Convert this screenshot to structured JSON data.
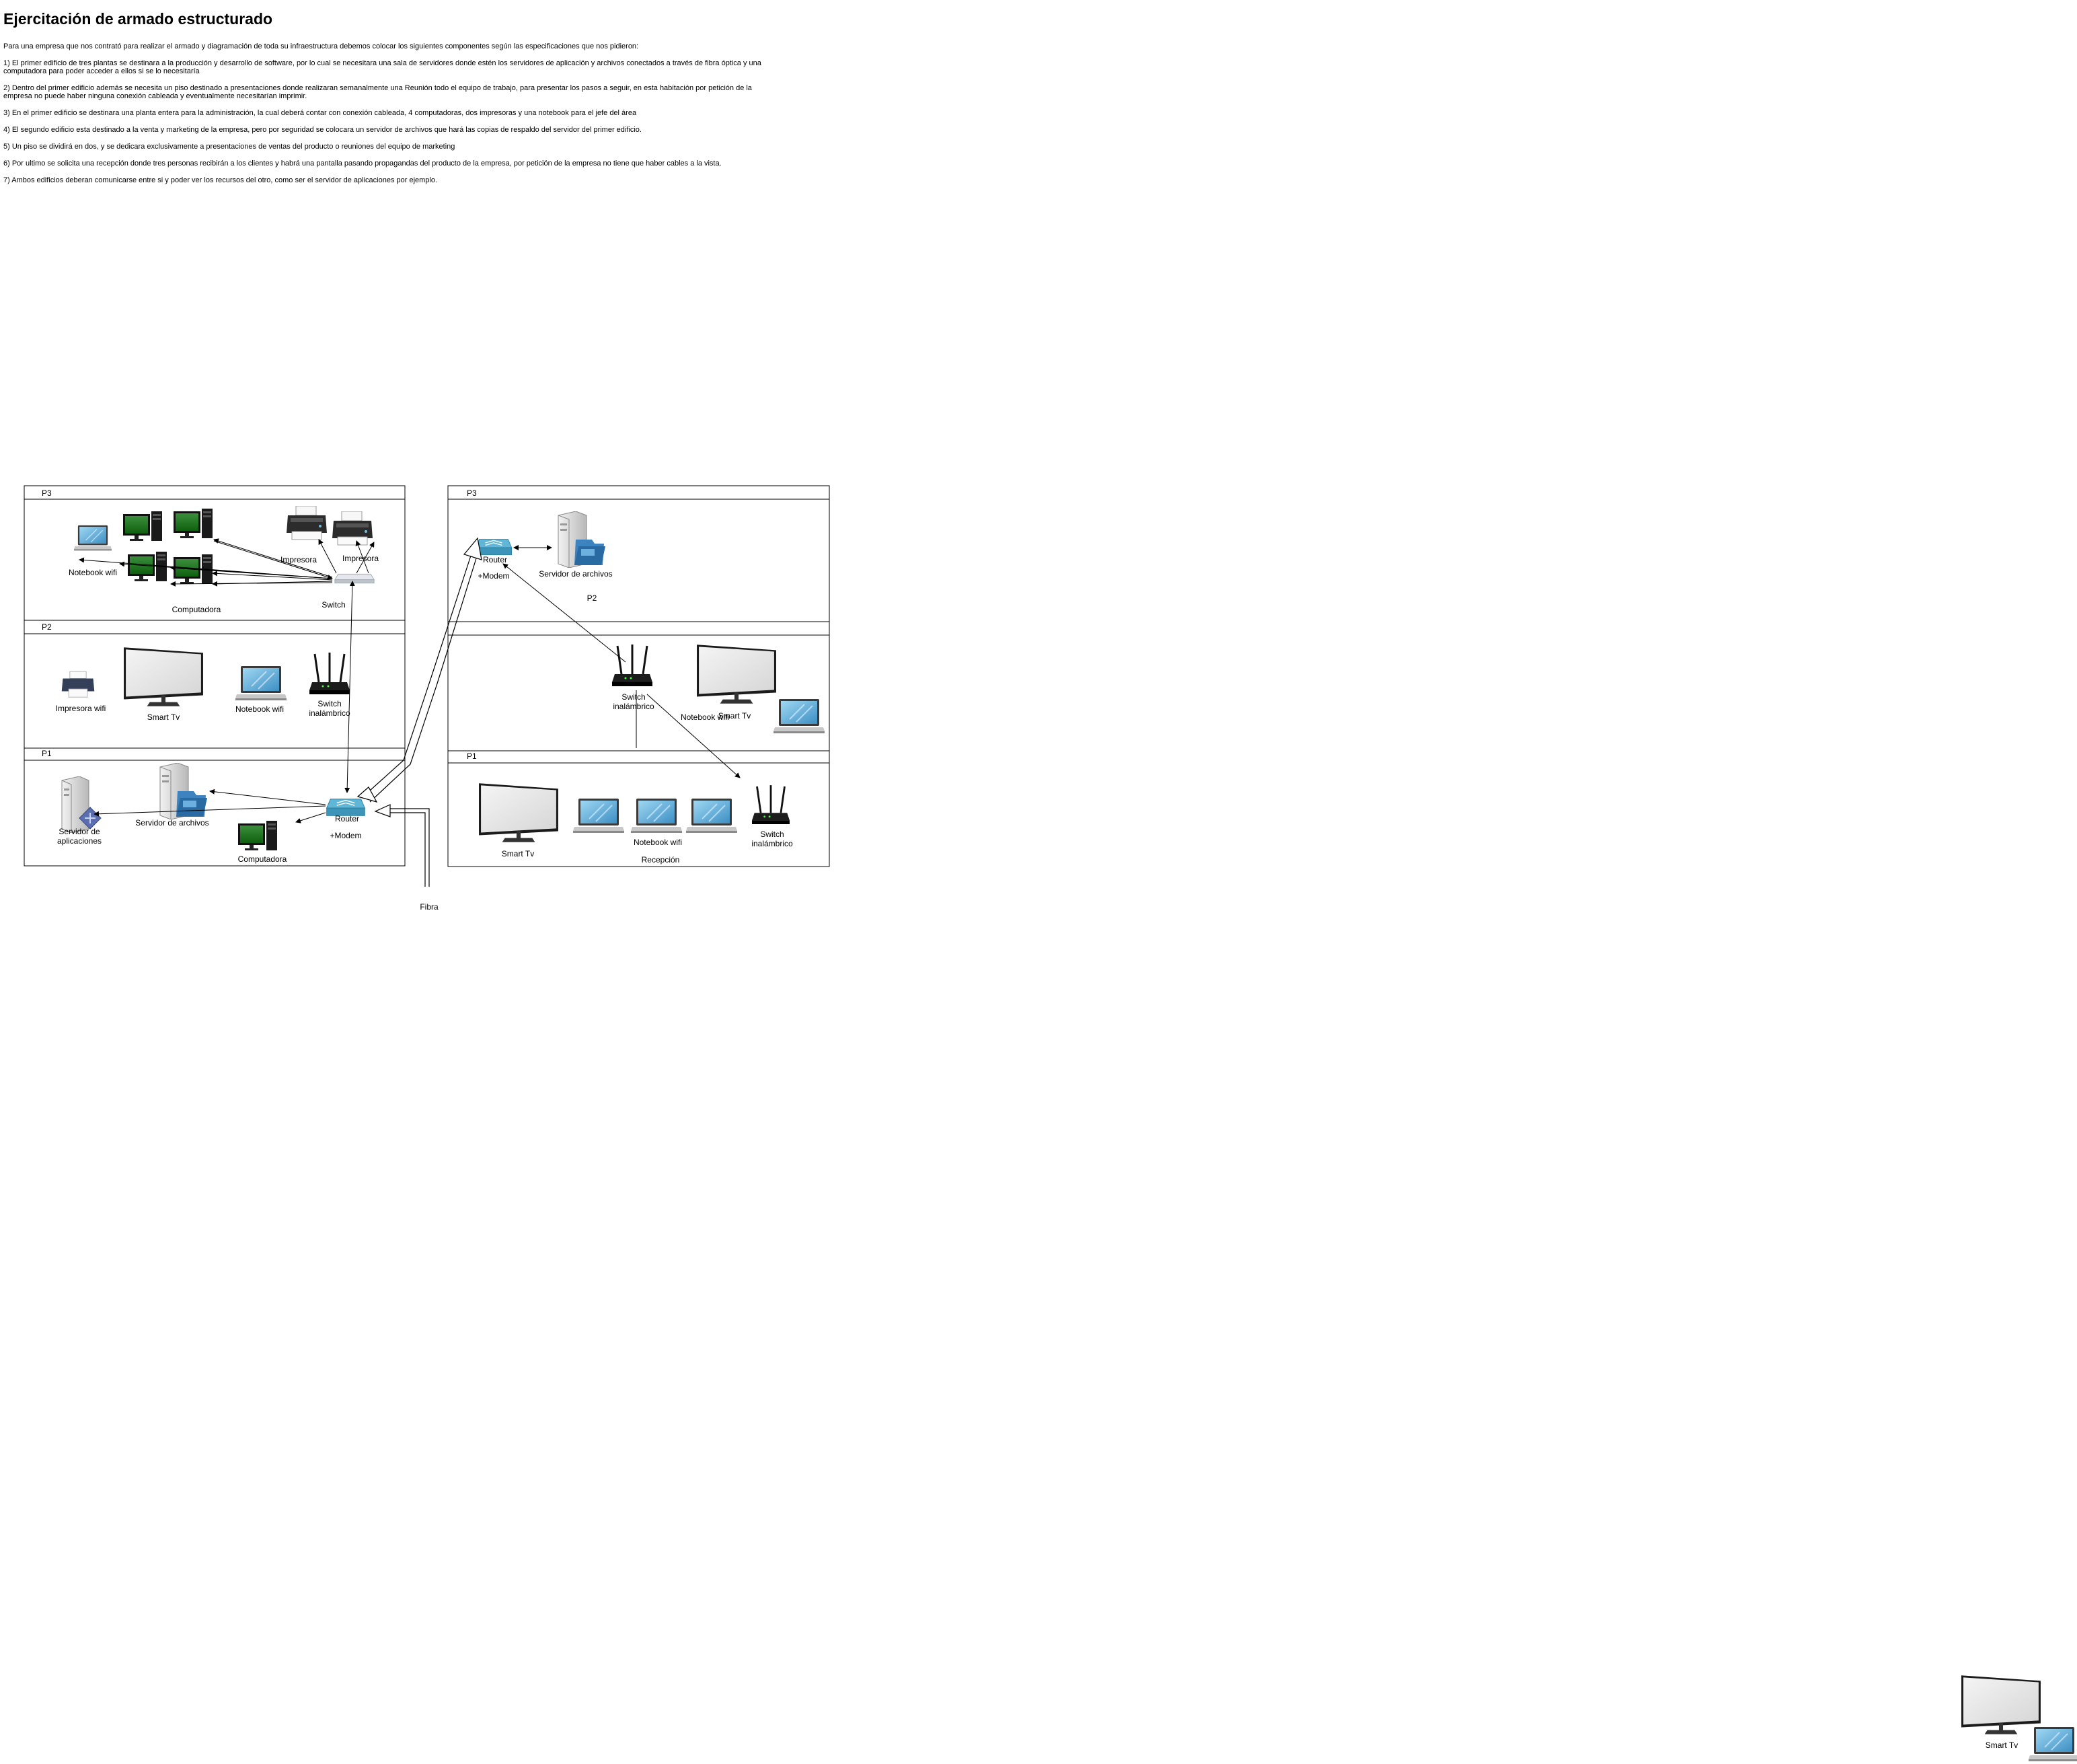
{
  "document": {
    "title": "Ejercitación de armado estructurado",
    "paragraphs": [
      "Para una empresa que  nos contrató para realizar el armado y diagramación de toda su infraestructura debemos colocar los siguientes componentes según las especificaciones que nos pidieron:",
      "1) El primer edificio de tres plantas se destinara a la producción y desarrollo de software, por lo cual se necesitara una sala de servidores donde estén los servidores de aplicación y archivos conectados a través de fibra óptica y una computadora para poder acceder a ellos si se lo necesitaría",
      "2) Dentro del primer edificio además se necesita un piso destinado a presentaciones donde realizaran semanalmente una Reunión todo el equipo de trabajo, para presentar los pasos a seguir, en esta habitación por petición de la empresa no puede haber ninguna conexión cableada y eventualmente necesitarían imprimir.",
      "3) En el primer edificio se destinara una planta entera para la administración, la cual deberá contar con conexión cableada, 4 computadoras, dos impresoras y una notebook para el jefe del área",
      "4) El segundo edificio esta destinado a la venta y marketing de la empresa, pero por seguridad se colocara un servidor de archivos que hará las copias de respaldo del servidor del primer edificio.",
      "5) Un piso se dividirá en dos, y se dedicara exclusivamente a presentaciones de ventas del producto o reuniones del equipo de marketing",
      "6) Por ultimo se solicita una recepción donde tres personas recibirán a los clientes y habrá una pantalla pasando propagandas del producto de la empresa, por petición de la empresa no tiene que haber cables a la vista.",
      "7) Ambos edificios deberan comunicarse entre si y poder ver los recursos del otro, como ser el servidor de aplicaciones por ejemplo."
    ]
  },
  "building1": {
    "floors": {
      "p3": "P3",
      "p2": "P2",
      "p1": "P1"
    },
    "labels": {
      "notebook_p3": "Notebook wifi",
      "computadora_p3": "Computadora",
      "impresora_a": "Impresora",
      "impresora_b": "Impresora",
      "switch": "Switch",
      "impresora_wifi": "Impresora wifi",
      "smart_tv": "Smart Tv",
      "notebook_p2": "Notebook wifi",
      "switch_inal_1": "Switch",
      "switch_inal_2": "inalámbrico",
      "srv_app_1": "Servidor de",
      "srv_app_2": "aplicaciones",
      "srv_archivos": "Servidor de archivos",
      "router_1": "Router",
      "router_2": "+Modem",
      "computadora_p1": "Computadora"
    }
  },
  "building2": {
    "floors": {
      "p3": "P3",
      "p2": "P2",
      "p1": "P1"
    },
    "labels": {
      "router_1": "Router",
      "router_2": "+Modem",
      "srv_archivos": "Servidor de archivos",
      "switch_inal_1": "Switch",
      "switch_inal_2": "inalámbrico",
      "notebook_p2": "Notebook wifi",
      "smart_tv_p2": "Smart Tv",
      "smart_tv_p1": "Smart Tv",
      "notebook_p1": "Notebook wifi",
      "recepcion": "Recepción",
      "switch_inal_p1_1": "Switch",
      "switch_inal_p1_2": "inalámbrico"
    }
  },
  "fibra_label": "Fibra",
  "stray": {
    "smart_tv": "Smart Tv"
  }
}
